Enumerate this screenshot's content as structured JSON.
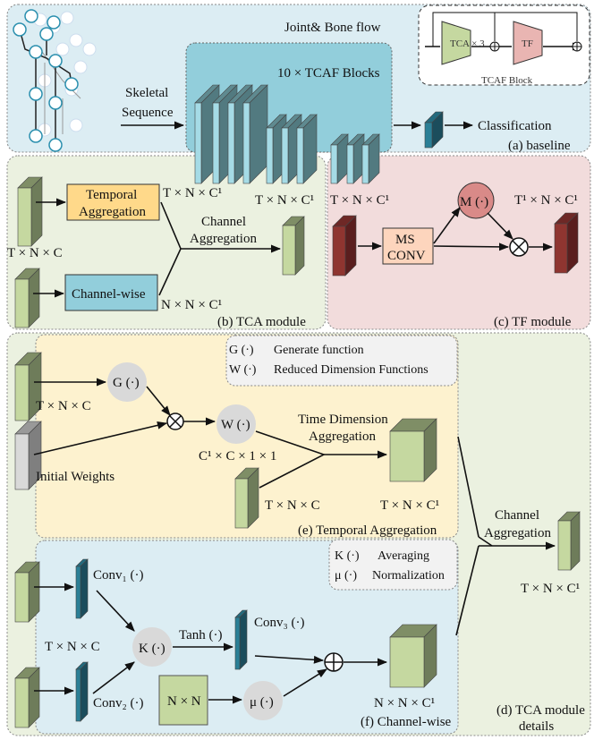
{
  "baseline": {
    "title": "Joint& Bone flow",
    "input_label_1": "Skeletal",
    "input_label_2": "Sequence",
    "blocks_label": "10 × TCAF Blocks",
    "output_label": "Classification",
    "caption": "(a) baseline",
    "tcaf_block": {
      "tca": "TCA × 3",
      "tf": "TF",
      "caption": "TCAF Block"
    }
  },
  "tca_module": {
    "temporal_1": "Temporal",
    "temporal_2": "Aggregation",
    "channel_wise": "Channel-wise",
    "input_dim": "T × N × C",
    "temporal_out_dim": "T × N × C¹",
    "channel_out_dim": "N × N × C¹",
    "agg_1": "Channel",
    "agg_2": "Aggregation",
    "output_dim": "T × N × C¹",
    "caption": "(b) TCA module"
  },
  "tf_module": {
    "input_dim": "T × N × C¹",
    "ms_1": "MS",
    "ms_2": "CONV",
    "m_fn": "M (·)",
    "output_dim": "T¹ × N × C¹",
    "caption": "(c) TF module"
  },
  "details": {
    "caption_1": "(d) TCA module",
    "caption_2": "details",
    "agg_1": "Channel",
    "agg_2": "Aggregation",
    "output_dim": "T × N × C¹",
    "temporal": {
      "legend_g_sym": "G (·)",
      "legend_g": "Generate function",
      "legend_w_sym": "W (·)",
      "legend_w": "Reduced Dimension Functions",
      "g_fn": "G (·)",
      "w_fn": "W (·)",
      "input_dim": "T × N × C",
      "weights_label": "Initial Weights",
      "w_dim": "C¹ × C × 1 × 1",
      "tda_1": "Time Dimension",
      "tda_2": "Aggregation",
      "input2_dim": "T × N × C",
      "output_dim": "T × N × C¹",
      "caption": "(e) Temporal Aggregation"
    },
    "channel": {
      "legend_k_sym": "K (·)",
      "legend_k": "Averaging",
      "legend_mu_sym": "μ (·)",
      "legend_mu": "Normalization",
      "conv1": "Conv₁ (·)",
      "conv2": "Conv₂ (·)",
      "conv3": "Conv₃ (·)",
      "input_dim": "T × N × C",
      "k_fn": "K (·)",
      "tanh": "Tanh (·)",
      "nn": "N × N",
      "mu_fn": "μ (·)",
      "output_dim": "N × N × C¹",
      "caption": "(f) Channel-wise"
    }
  },
  "colors": {
    "baseline_bg": "#dcedf3",
    "tca_bg": "#ebf1e0",
    "tf_bg": "#f2dcdc",
    "temporal_bg": "#fdf2cf",
    "green": "#c5d8a0",
    "teal": "#2a7f96",
    "red": "#8f3530"
  }
}
